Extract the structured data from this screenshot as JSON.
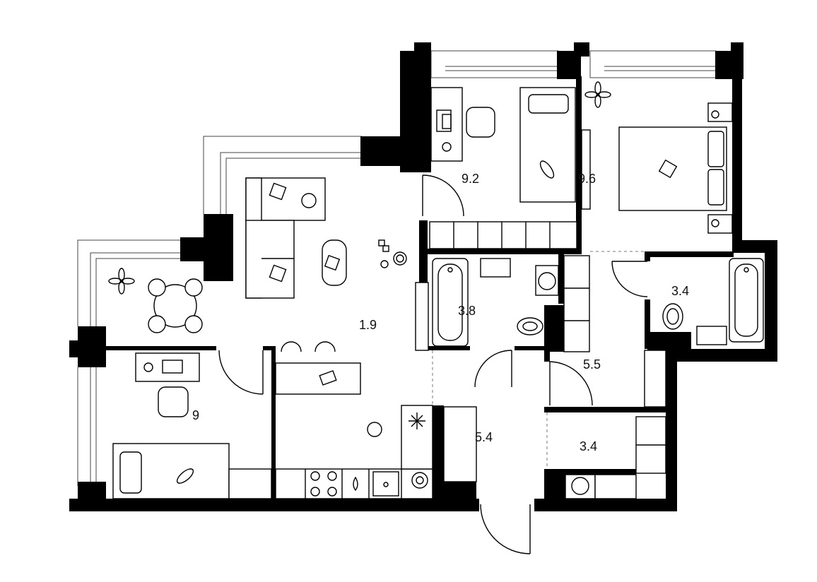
{
  "plan": {
    "colors": {
      "wall": "#000000",
      "line": "#111111",
      "background": "#ffffff"
    },
    "rooms": [
      {
        "id": "bedroom-top-left",
        "area": "9.2"
      },
      {
        "id": "bedroom-top-right",
        "area": "9.6"
      },
      {
        "id": "living-kitchen",
        "area": "1.9"
      },
      {
        "id": "bathroom-center",
        "area": "3.8"
      },
      {
        "id": "bathroom-right",
        "area": "3.4"
      },
      {
        "id": "hallway",
        "area": "5.5"
      },
      {
        "id": "bedroom-left",
        "area": "9"
      },
      {
        "id": "entry",
        "area": "5.4"
      },
      {
        "id": "storage",
        "area": "3.4"
      }
    ],
    "icons": [
      "plant-icon",
      "cat-icon",
      "rocket-toy-icon",
      "pillow-icon",
      "laptop-icon",
      "desk-lamp-icon",
      "snowflake-icon",
      "boiler-icon",
      "stove-icon",
      "sink-icon",
      "toilet-icon",
      "bathtub-icon",
      "washing-machine-icon",
      "blocks-toy-icon"
    ]
  }
}
